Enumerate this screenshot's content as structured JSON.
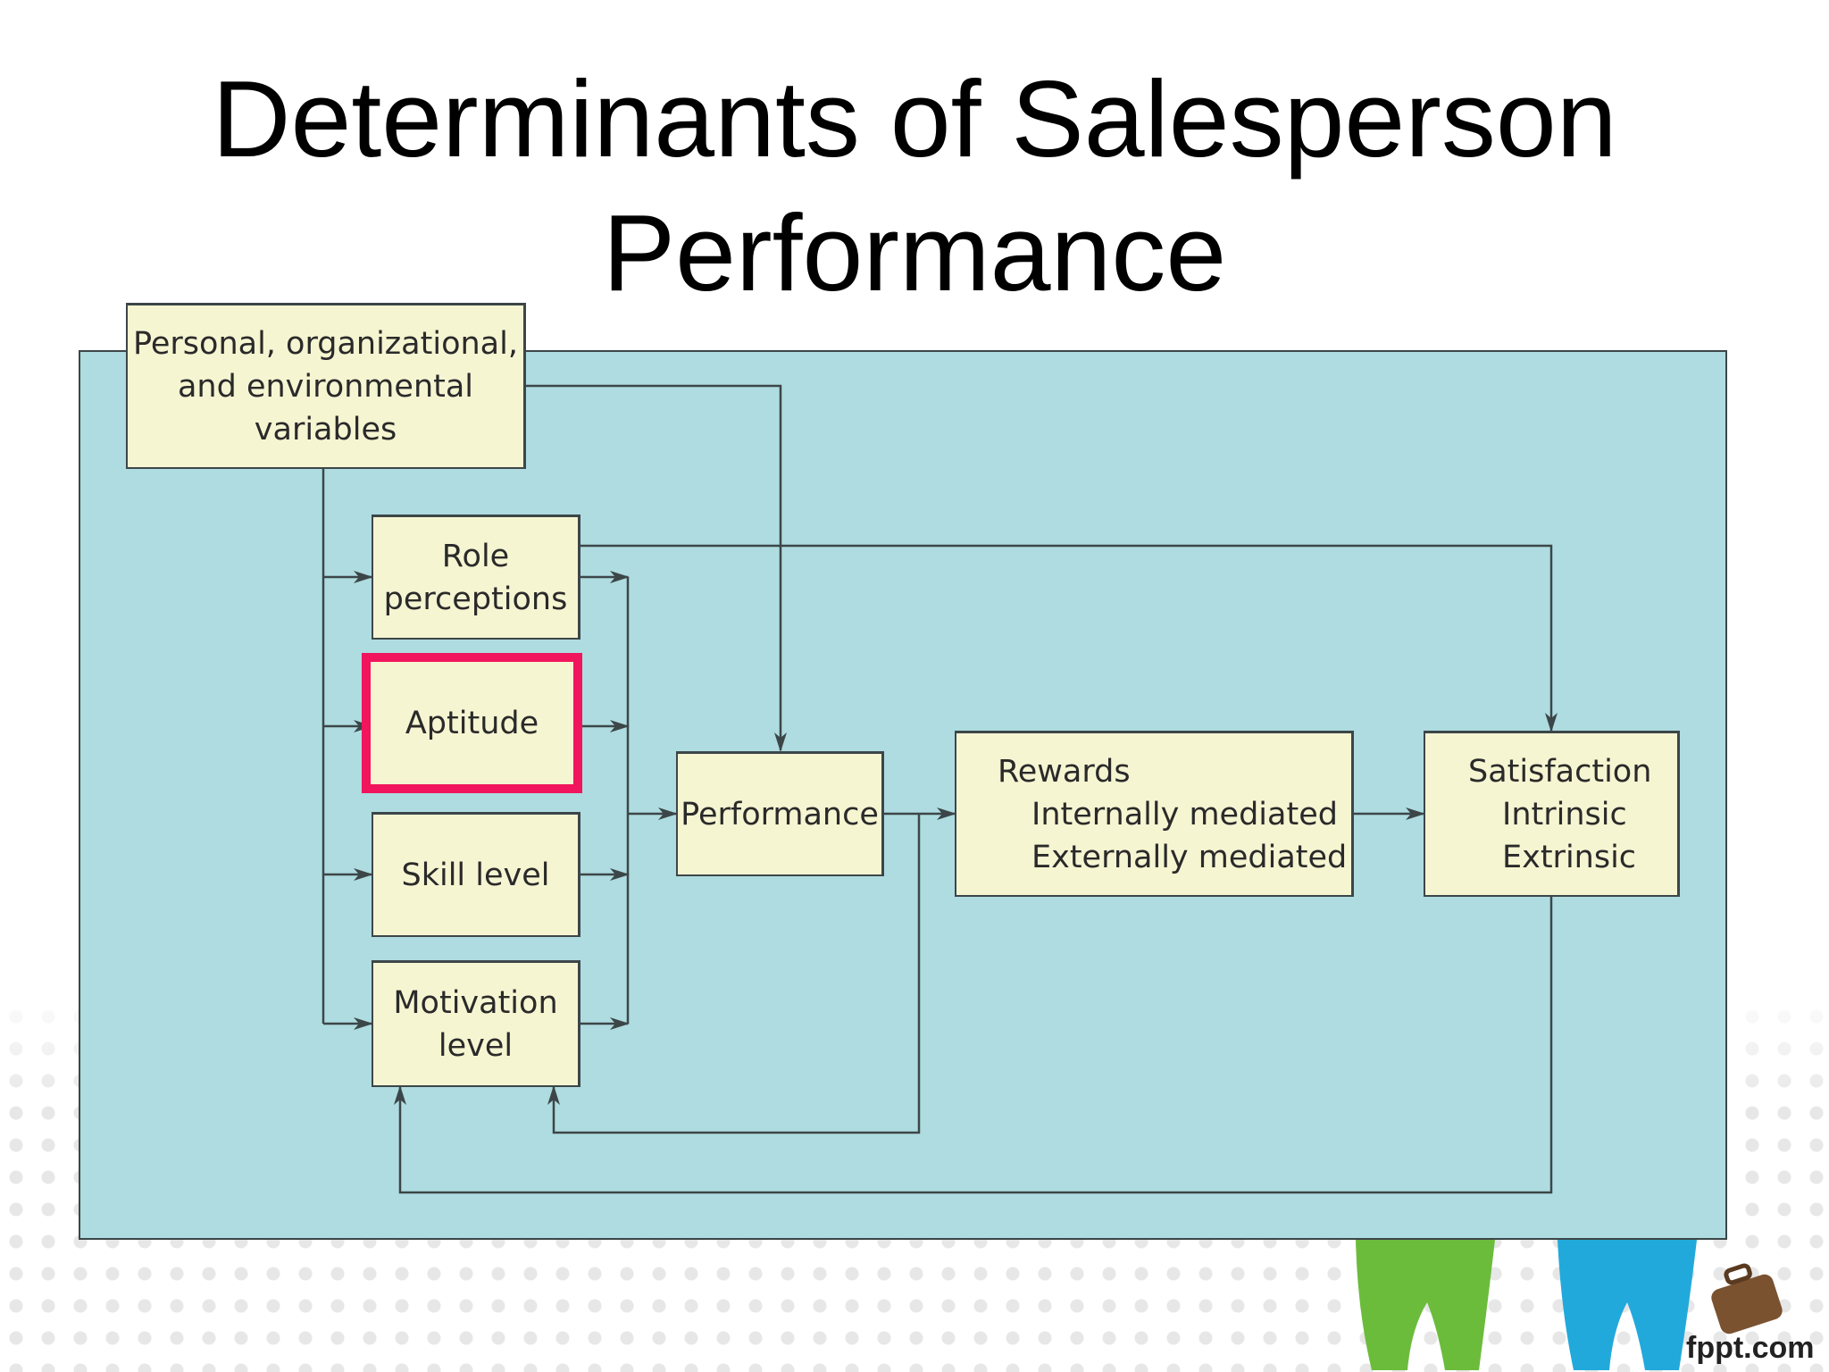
{
  "slide": {
    "title_line1": "Determinants of Salesperson",
    "title_line2": "Performance",
    "brand": "fppt.com"
  },
  "diagram": {
    "variables": [
      "Personal, organizational,",
      "and environmental",
      "variables"
    ],
    "role": [
      "Role",
      "perceptions"
    ],
    "aptitude": "Aptitude",
    "skill": "Skill level",
    "motivation": [
      "Motivation",
      "level"
    ],
    "performance": "Performance",
    "rewards": [
      "Rewards",
      "Internally mediated",
      "Externally mediated"
    ],
    "satisfaction": [
      "Satisfaction",
      "Intrinsic",
      "Extrinsic"
    ],
    "highlighted_box": "aptitude",
    "colors": {
      "panel": "#aedce0",
      "box": "#f6f5d2",
      "highlight": "#f0155c",
      "line": "#3c4648"
    }
  }
}
